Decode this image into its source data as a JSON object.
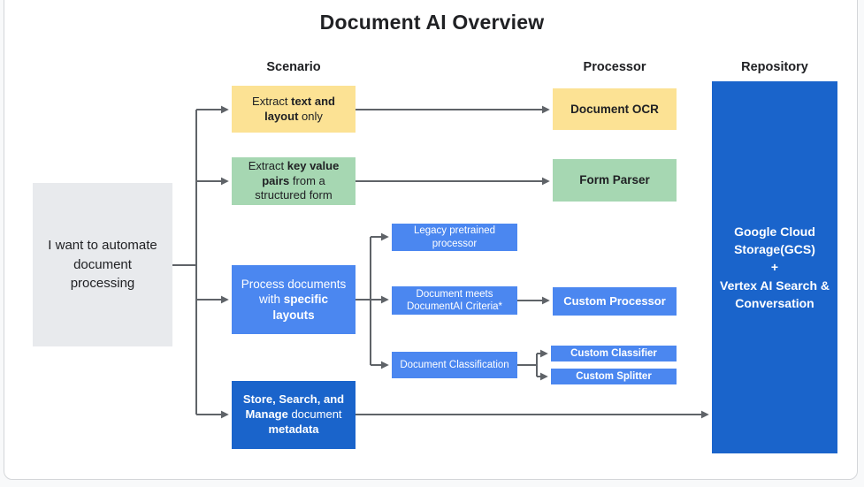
{
  "title": "Document AI Overview",
  "columns": {
    "scenario": "Scenario",
    "processor": "Processor",
    "repository": "Repository"
  },
  "start": {
    "text": "I want to automate document processing"
  },
  "scenarios": {
    "extract_text": {
      "pre": "Extract ",
      "bold": "text and layout",
      "post": " only"
    },
    "extract_kv": {
      "pre": "Extract ",
      "bold": "key value pairs",
      "post": " from a structured form"
    },
    "specific_layouts": {
      "pre": "Process documents with ",
      "bold": "specific layouts",
      "post": ""
    },
    "store_search": {
      "bold1": "Store, Search, and Manage",
      "mid": " document ",
      "bold2": "metadata"
    }
  },
  "branches": {
    "legacy": "Legacy pretrained processor",
    "criteria": "Document meets DocumentAI Criteria*",
    "classification": "Document Classification"
  },
  "processors": {
    "ocr": "Document OCR",
    "form_parser": "Form Parser",
    "custom_processor": "Custom Processor",
    "custom_classifier": "Custom Classifier",
    "custom_splitter": "Custom Splitter"
  },
  "repository": {
    "line1": "Google Cloud Storage(GCS)",
    "plus": "+",
    "line2": "Vertex AI Search & Conversation"
  },
  "colors": {
    "yellow": "#FCE294",
    "green": "#A6D7B2",
    "blue": "#4B87F0",
    "dark_blue": "#1A64CB",
    "gray_box": "#E8EAED",
    "connector": "#5F6368",
    "text_dark": "#202124"
  },
  "flow": [
    "start -> extract_text -> ocr",
    "start -> extract_kv -> form_parser",
    "start -> specific_layouts -> legacy",
    "start -> specific_layouts -> criteria -> custom_processor",
    "start -> specific_layouts -> classification -> custom_classifier",
    "start -> specific_layouts -> classification -> custom_splitter",
    "start -> store_search -> repository"
  ]
}
